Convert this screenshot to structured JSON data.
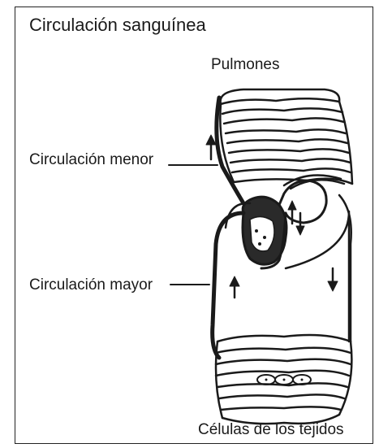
{
  "title": "Circulación sanguínea",
  "labels": {
    "top": "Pulmones",
    "minor_circulation": "Circulación menor",
    "major_circulation": "Circulación mayor",
    "bottom": "Células de los tejidos"
  },
  "colors": {
    "ink": "#1a1a1a",
    "background": "#ffffff"
  }
}
